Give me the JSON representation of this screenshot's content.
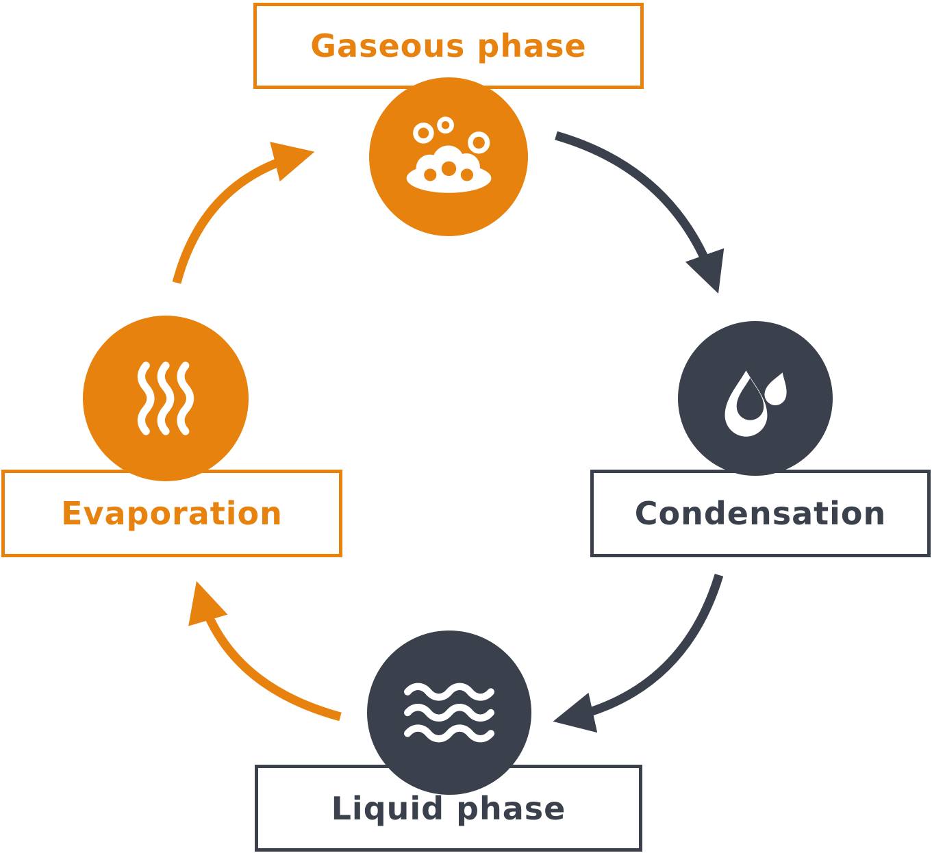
{
  "diagram": {
    "type": "cycle-diagram",
    "topic": "Phase change cycle",
    "colors": {
      "orange": "#E8820F",
      "dark": "#3B414C",
      "background": "#FFFFFF"
    },
    "nodes": [
      {
        "id": "gaseous-phase",
        "label": "Gaseous phase",
        "icon": "gas-cloud-icon",
        "color": "#E8820F",
        "position": "top"
      },
      {
        "id": "condensation",
        "label": "Condensation",
        "icon": "water-drops-icon",
        "color": "#3B414C",
        "position": "right"
      },
      {
        "id": "liquid-phase",
        "label": "Liquid phase",
        "icon": "water-waves-icon",
        "color": "#3B414C",
        "position": "bottom"
      },
      {
        "id": "evaporation",
        "label": "Evaporation",
        "icon": "heat-waves-icon",
        "color": "#E8820F",
        "position": "left"
      }
    ],
    "arrows": [
      {
        "from": "Gaseous phase",
        "to": "Condensation",
        "color": "#3B414C"
      },
      {
        "from": "Condensation",
        "to": "Liquid phase",
        "color": "#3B414C"
      },
      {
        "from": "Liquid phase",
        "to": "Evaporation",
        "color": "#E8820F"
      },
      {
        "from": "Evaporation",
        "to": "Gaseous phase",
        "color": "#E8820F"
      }
    ]
  }
}
